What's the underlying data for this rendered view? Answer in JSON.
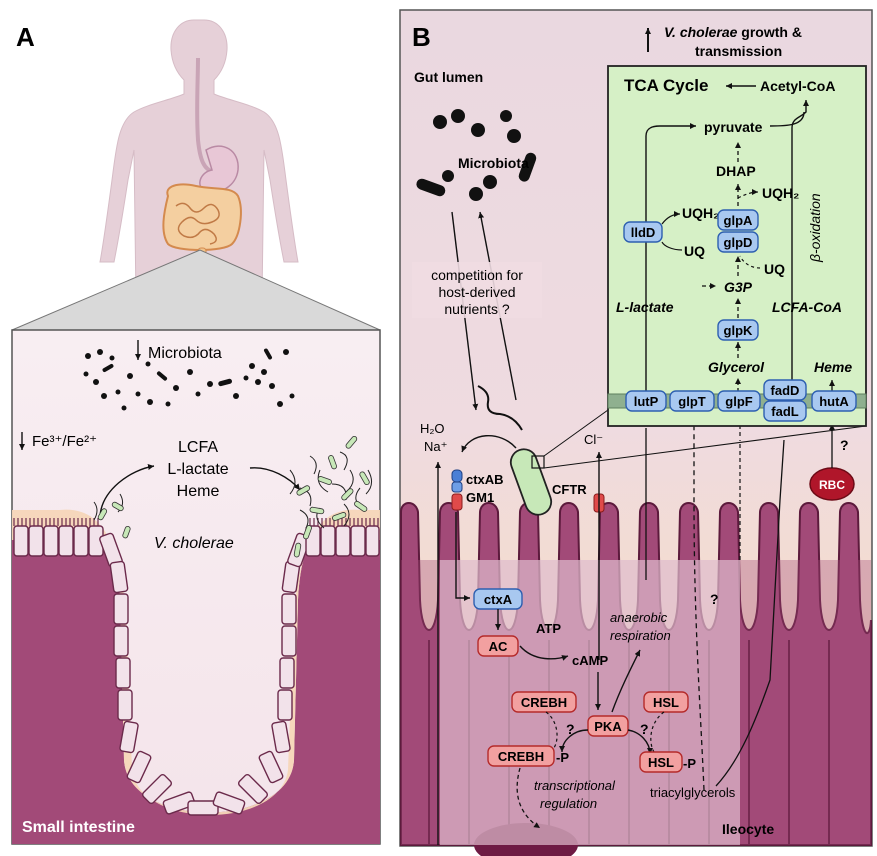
{
  "colors": {
    "lumen": "#f0dfe5",
    "tissue": "#a54d7b",
    "mucus": "#f3d2b8",
    "tca_box": "#d8f3c8",
    "protein_blue": "#a8c8f0",
    "protein_red": "#f2a0a0",
    "rbc": "#b0162a",
    "membrane": "#8bb08b"
  },
  "panel_a": {
    "label": "A",
    "microbiota": "Microbiota",
    "iron": "Fe³⁺/Fe²⁺",
    "nutrients": [
      "LCFA",
      "L-lactate",
      "Heme"
    ],
    "organism": "V. cholerae",
    "tissue": "Small intestine"
  },
  "panel_b": {
    "label": "B",
    "growth": "V. cholerae growth & transmission",
    "growth_italic": "V. cholerae",
    "growth_rest": " growth &",
    "growth_line2": "transmission",
    "gut_lumen": "Gut lumen",
    "microbiota": "Microbiota",
    "competition": [
      "competition for",
      "host-derived",
      "nutrients ?"
    ],
    "water": "H₂O",
    "sodium": "Na⁺",
    "chloride": "Cl⁻",
    "ctxAB": "ctxAB",
    "GM1": "GM1",
    "CFTR": "CFTR",
    "ctxA": "ctxA",
    "AC": "AC",
    "ATP": "ATP",
    "cAMP": "cAMP",
    "anaerobic": [
      "anaerobic",
      "respiration"
    ],
    "CREBH": "CREBH",
    "HSL": "HSL",
    "PKA": "PKA",
    "CREBH_P": "CREBH",
    "HSL_P": "HSL",
    "phospho": "-P",
    "question": "?",
    "transcriptional": [
      "transcriptional",
      "regulation"
    ],
    "triacylglycerols": "triacylglycerols",
    "ileocyte": "Ileocyte",
    "RBC": "RBC",
    "tca": {
      "title": "TCA Cycle",
      "acetyl": "Acetyl-CoA",
      "pyruvate": "pyruvate",
      "DHAP": "DHAP",
      "UQH2": "UQH₂",
      "UQ": "UQ",
      "beta": "β-oxidation",
      "lldD": "lldD",
      "glpA": "glpA",
      "glpD": "glpD",
      "G3P": "G3P",
      "glpK": "glpK",
      "lactate": "L-lactate",
      "glycerol": "Glycerol",
      "lcfa_coa": "LCFA-CoA",
      "heme": "Heme",
      "transporters": [
        "lutP",
        "glpT",
        "glpF",
        "fadD",
        "fadL",
        "hutA"
      ]
    }
  }
}
